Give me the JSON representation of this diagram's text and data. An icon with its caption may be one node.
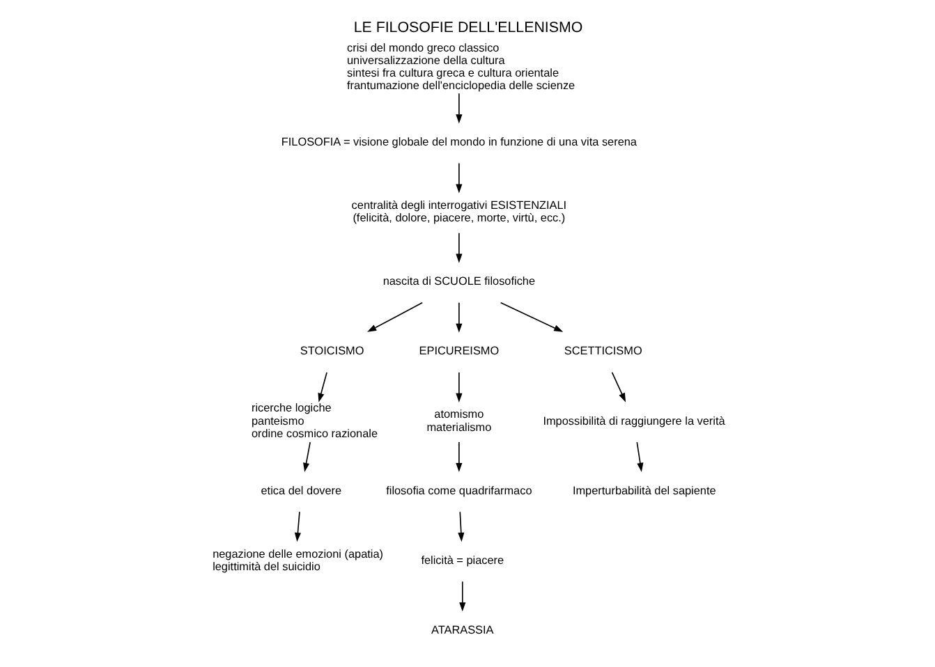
{
  "diagram": {
    "title": "LE FILOSOFIE DELL'ELLENISMO",
    "nodes": [
      {
        "text": [
          "crisi del mondo greco classico",
          "universalizzazione della cultura",
          "sintesi fra cultura greca e cultura orientale",
          "frantumazione dell'enciclopedia delle scienze"
        ]
      },
      {
        "text": [
          "FILOSOFIA = visione globale del mondo in funzione di una vita serena"
        ]
      },
      {
        "text": [
          "centralità degli interrogativi ESISTENZIALI",
          "(felicità, dolore, piacere, morte, virtù, ecc.)"
        ]
      },
      {
        "text": [
          "nascita di SCUOLE filosofiche"
        ]
      },
      {
        "text": [
          "STOICISMO"
        ]
      },
      {
        "text": [
          "EPICUREISMO"
        ]
      },
      {
        "text": [
          "SCETTICISMO"
        ]
      },
      {
        "text": [
          "ricerche logiche",
          "panteismo",
          "ordine cosmico razionale"
        ]
      },
      {
        "text": [
          "etica del dovere"
        ]
      },
      {
        "text": [
          "negazione delle emozioni (apatia)",
          "legittimità del suicidio"
        ]
      },
      {
        "text": [
          "atomismo",
          "materialismo"
        ]
      },
      {
        "text": [
          "filosofia come quadrifarmaco"
        ]
      },
      {
        "text": [
          "felicità = piacere"
        ]
      },
      {
        "text": [
          "ATARASSIA"
        ]
      },
      {
        "text": [
          "Impossibilità di raggiungere la verità"
        ]
      },
      {
        "text": [
          "Imperturbabilità del sapiente"
        ]
      }
    ],
    "edges": [
      {
        "from": 0,
        "to": 1,
        "arrow": "to"
      },
      {
        "from": 1,
        "to": 2,
        "arrow": "to"
      },
      {
        "from": 2,
        "to": 3,
        "arrow": "to"
      },
      {
        "from": 3,
        "to": 4,
        "arrow": "to"
      },
      {
        "from": 3,
        "to": 5,
        "arrow": "to"
      },
      {
        "from": 3,
        "to": 6,
        "arrow": "to"
      },
      {
        "from": 4,
        "to": 7,
        "arrow": "to"
      },
      {
        "from": 7,
        "to": 8,
        "arrow": "to"
      },
      {
        "from": 8,
        "to": 9,
        "arrow": "to"
      },
      {
        "from": 5,
        "to": 10,
        "arrow": "to"
      },
      {
        "from": 10,
        "to": 11,
        "arrow": "to"
      },
      {
        "from": 11,
        "to": 12,
        "arrow": "to"
      },
      {
        "from": 12,
        "to": 13,
        "arrow": "to"
      },
      {
        "from": 6,
        "to": 14,
        "arrow": "to"
      },
      {
        "from": 14,
        "to": 15,
        "arrow": "to"
      }
    ]
  }
}
